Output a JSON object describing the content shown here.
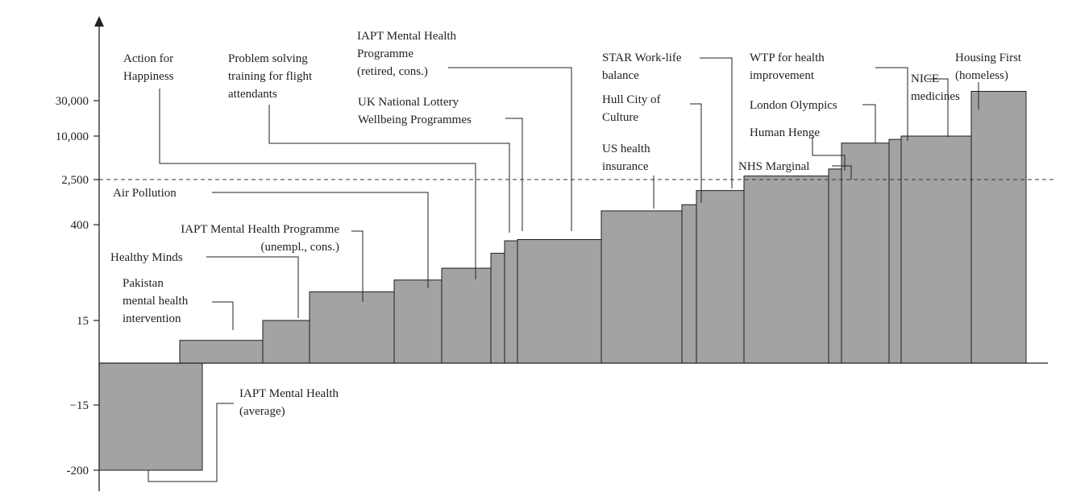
{
  "chart_data": {
    "type": "bar",
    "variant": "variable-width step bars (sorted by value)",
    "y_scale": "non-linear (custom tick spacing)",
    "y_ticks": [
      "30,000",
      "10,000",
      "2,500",
      "400",
      "15",
      "−15",
      "-200"
    ],
    "reference_line_value": 2500,
    "reference_line_style": "dashed",
    "bar_color": "#a3a3a3",
    "categories": [
      "IAPT Mental Health (average)",
      "Pakistan mental health intervention",
      "Healthy Minds",
      "IAPT Mental Health Programme (unempl., cons.)",
      "Air Pollution",
      "Action for Happiness",
      "Problem solving training for flight attendants",
      "UK National Lottery Wellbeing Programmes",
      "IAPT Mental Health Programme (retired, cons.)",
      "US health insurance",
      "Hull City of Culture",
      "STAR Work-life balance",
      "NHS Marginal",
      "Human Henge",
      "London Olympics",
      "WTP for health improvement",
      "NICE medicines",
      "Housing First (homeless)"
    ],
    "values": [
      -200,
      8,
      15,
      40,
      60,
      90,
      150,
      230,
      240,
      700,
      900,
      1600,
      2800,
      3500,
      8000,
      9000,
      10000,
      40000
    ],
    "labels": [
      {
        "lines": [
          "IAPT Mental Health",
          "(average)"
        ]
      },
      {
        "lines": [
          "Pakistan",
          "mental health",
          "intervention"
        ]
      },
      {
        "lines": [
          "Healthy Minds"
        ]
      },
      {
        "lines": [
          "IAPT Mental Health Programme",
          "(unempl., cons.)"
        ]
      },
      {
        "lines": [
          "Air Pollution"
        ]
      },
      {
        "lines": [
          "Action for",
          "Happiness"
        ]
      },
      {
        "lines": [
          "Problem solving",
          "training for flight",
          "attendants"
        ]
      },
      {
        "lines": [
          "UK National Lottery",
          "Wellbeing Programmes"
        ]
      },
      {
        "lines": [
          "IAPT Mental Health",
          "Programme",
          "(retired, cons.)"
        ]
      },
      {
        "lines": [
          "US health",
          "insurance"
        ]
      },
      {
        "lines": [
          "Hull City of",
          "Culture"
        ]
      },
      {
        "lines": [
          "STAR Work-life",
          "balance"
        ]
      },
      {
        "lines": [
          "NHS Marginal"
        ]
      },
      {
        "lines": [
          "Human Henge"
        ]
      },
      {
        "lines": [
          "London Olympics"
        ]
      },
      {
        "lines": [
          "WTP for health",
          "improvement"
        ]
      },
      {
        "lines": [
          "NICE",
          "medicines"
        ]
      },
      {
        "lines": [
          "Housing First",
          "(homeless)"
        ]
      }
    ]
  }
}
